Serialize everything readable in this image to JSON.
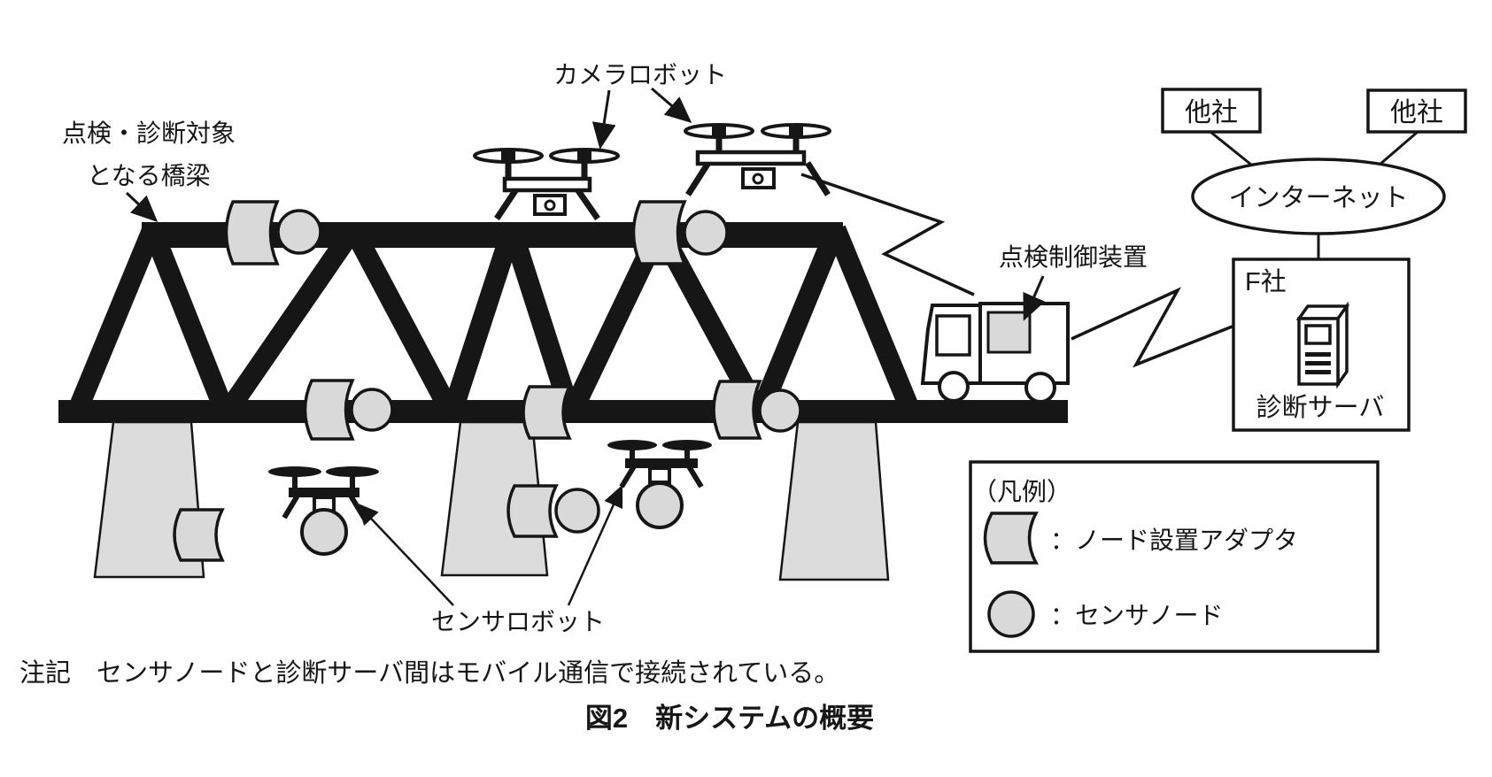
{
  "figure": {
    "caption": "図2　新システムの概要",
    "note": "注記　センサノードと診断サーバ間はモバイル通信で接続されている。"
  },
  "bridge": {
    "label_line1": "点検・診断対象",
    "label_line2": "となる橋梁"
  },
  "robots": {
    "camera_robot_label": "カメラロボット",
    "sensor_robot_label": "センサロボット"
  },
  "truck": {
    "label": "点検制御装置"
  },
  "network": {
    "other_company_left": "他社",
    "other_company_right": "他社",
    "internet": "インターネット",
    "f_company": "F社",
    "server": "診断サーバ"
  },
  "legend": {
    "title": "（凡例）",
    "adapter": "：ノード設置アダプタ",
    "sensor_node": "：センサノード"
  },
  "colors": {
    "ink": "#161616",
    "fill_gray": "#d9d9d9",
    "background": "#ffffff"
  }
}
